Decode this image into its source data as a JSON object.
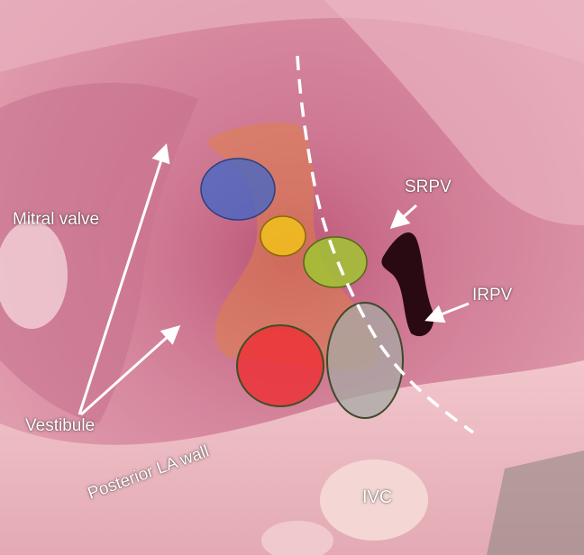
{
  "labels": {
    "mitral_valve": "Mitral valve",
    "vestibule": "Vestibule",
    "posterior_la_wall": "Posterior LA wall",
    "srpv": "SRPV",
    "irpv": "IRPV",
    "ivc": "IVC"
  },
  "colors": {
    "tissue": "#d98a9c",
    "overlay_region": "#e0804a",
    "circle_blue": "#3f67c8",
    "circle_yellow": "#f2c21c",
    "circle_green": "#9fcb2e",
    "circle_red": "#ee2e34",
    "circle_gray": "#a7a9a6",
    "annotation": "#ffffff"
  },
  "icons": [
    "arrow-icon",
    "dashed-line"
  ]
}
